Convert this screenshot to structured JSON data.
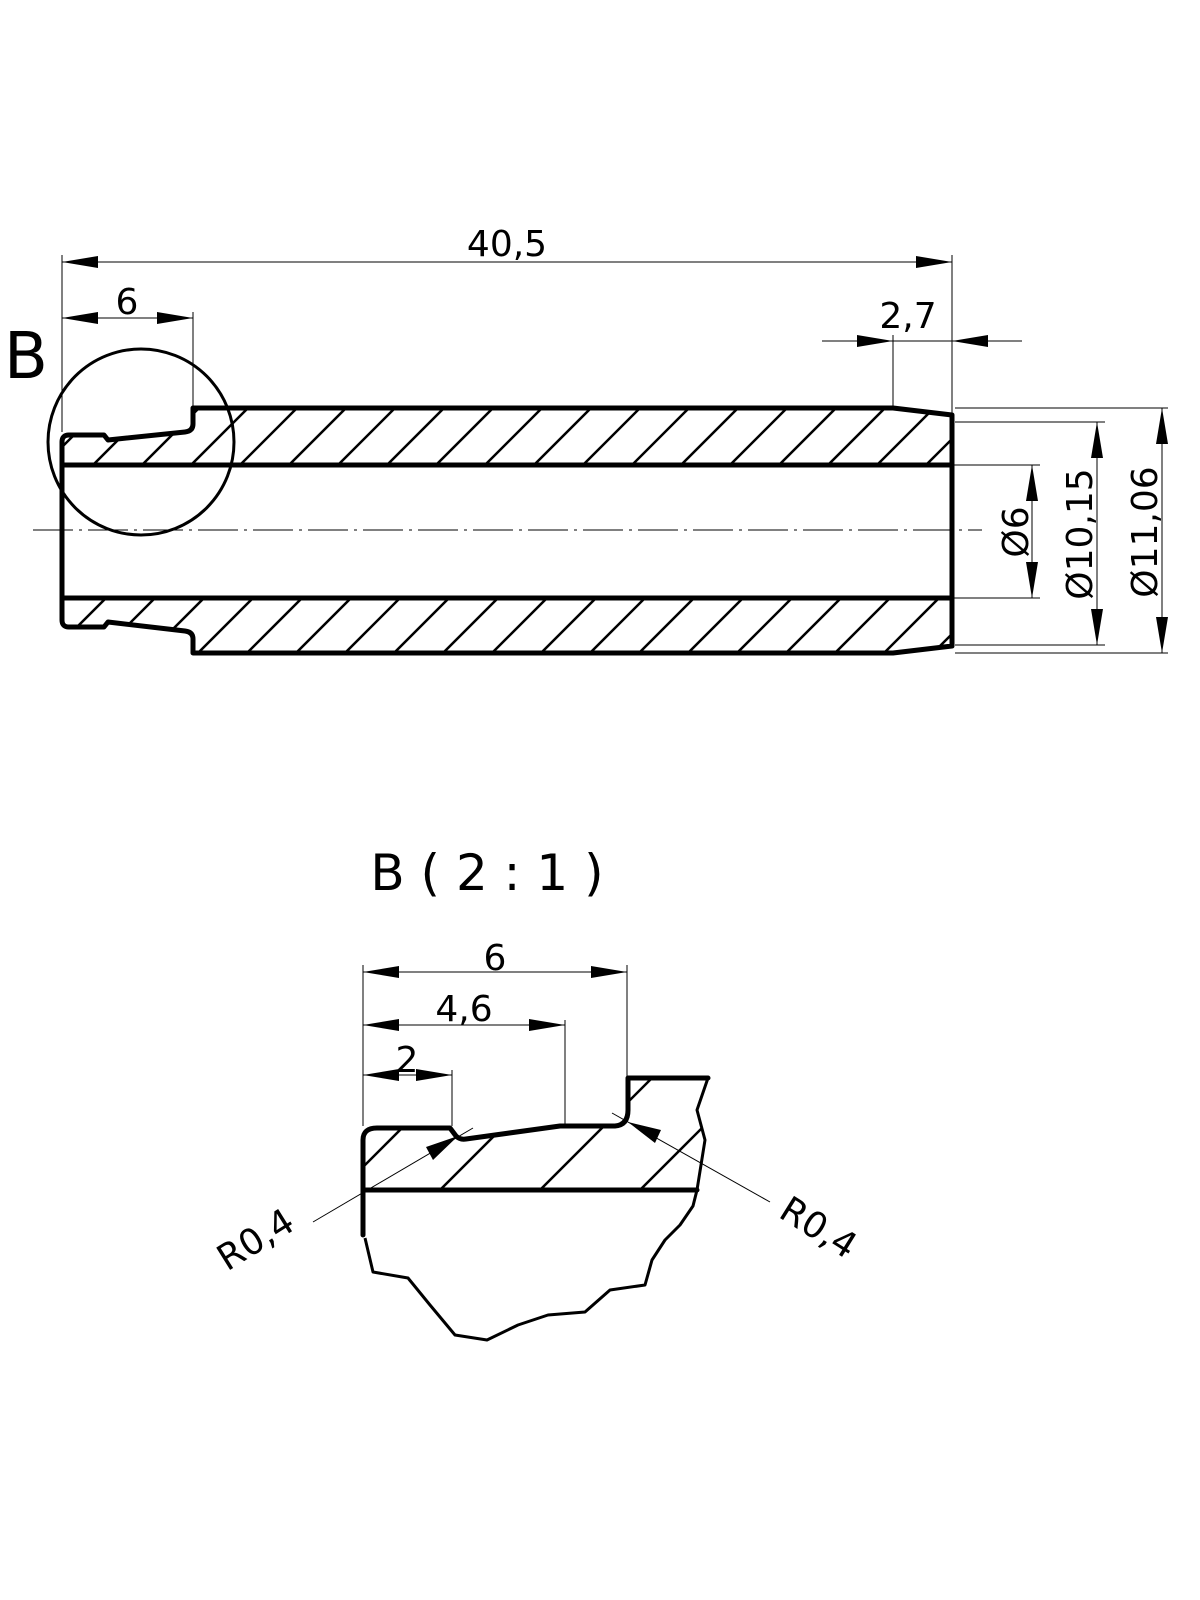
{
  "main_view": {
    "detail_marker": "B",
    "dimensions": {
      "overall_length": "40,5",
      "shoulder_length": "6",
      "taper_length": "2,7",
      "bore_diameter": "Ø6",
      "taper_end_diameter": "Ø10,15",
      "outer_diameter": "Ø11,06"
    }
  },
  "detail_view": {
    "title": "B ( 2 : 1 )",
    "dimensions": {
      "shoulder_length": "6",
      "taper_end": "4,6",
      "groove_position": "2",
      "radius_left": "R0,4",
      "radius_right": "R0,4"
    }
  }
}
